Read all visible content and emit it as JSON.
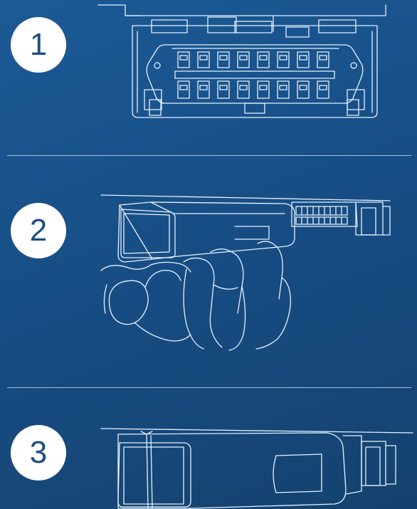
{
  "steps": [
    {
      "number": "1",
      "icon": "obd-port-icon"
    },
    {
      "number": "2",
      "icon": "hand-inserting-device-icon"
    },
    {
      "number": "3",
      "icon": "device-plugged-in-icon"
    }
  ],
  "colors": {
    "background_top": "#1c5a96",
    "background_bottom": "#14426f",
    "line_art": "#e8f1fa",
    "badge_fill": "#ffffff",
    "badge_text": "#1d4e80"
  }
}
